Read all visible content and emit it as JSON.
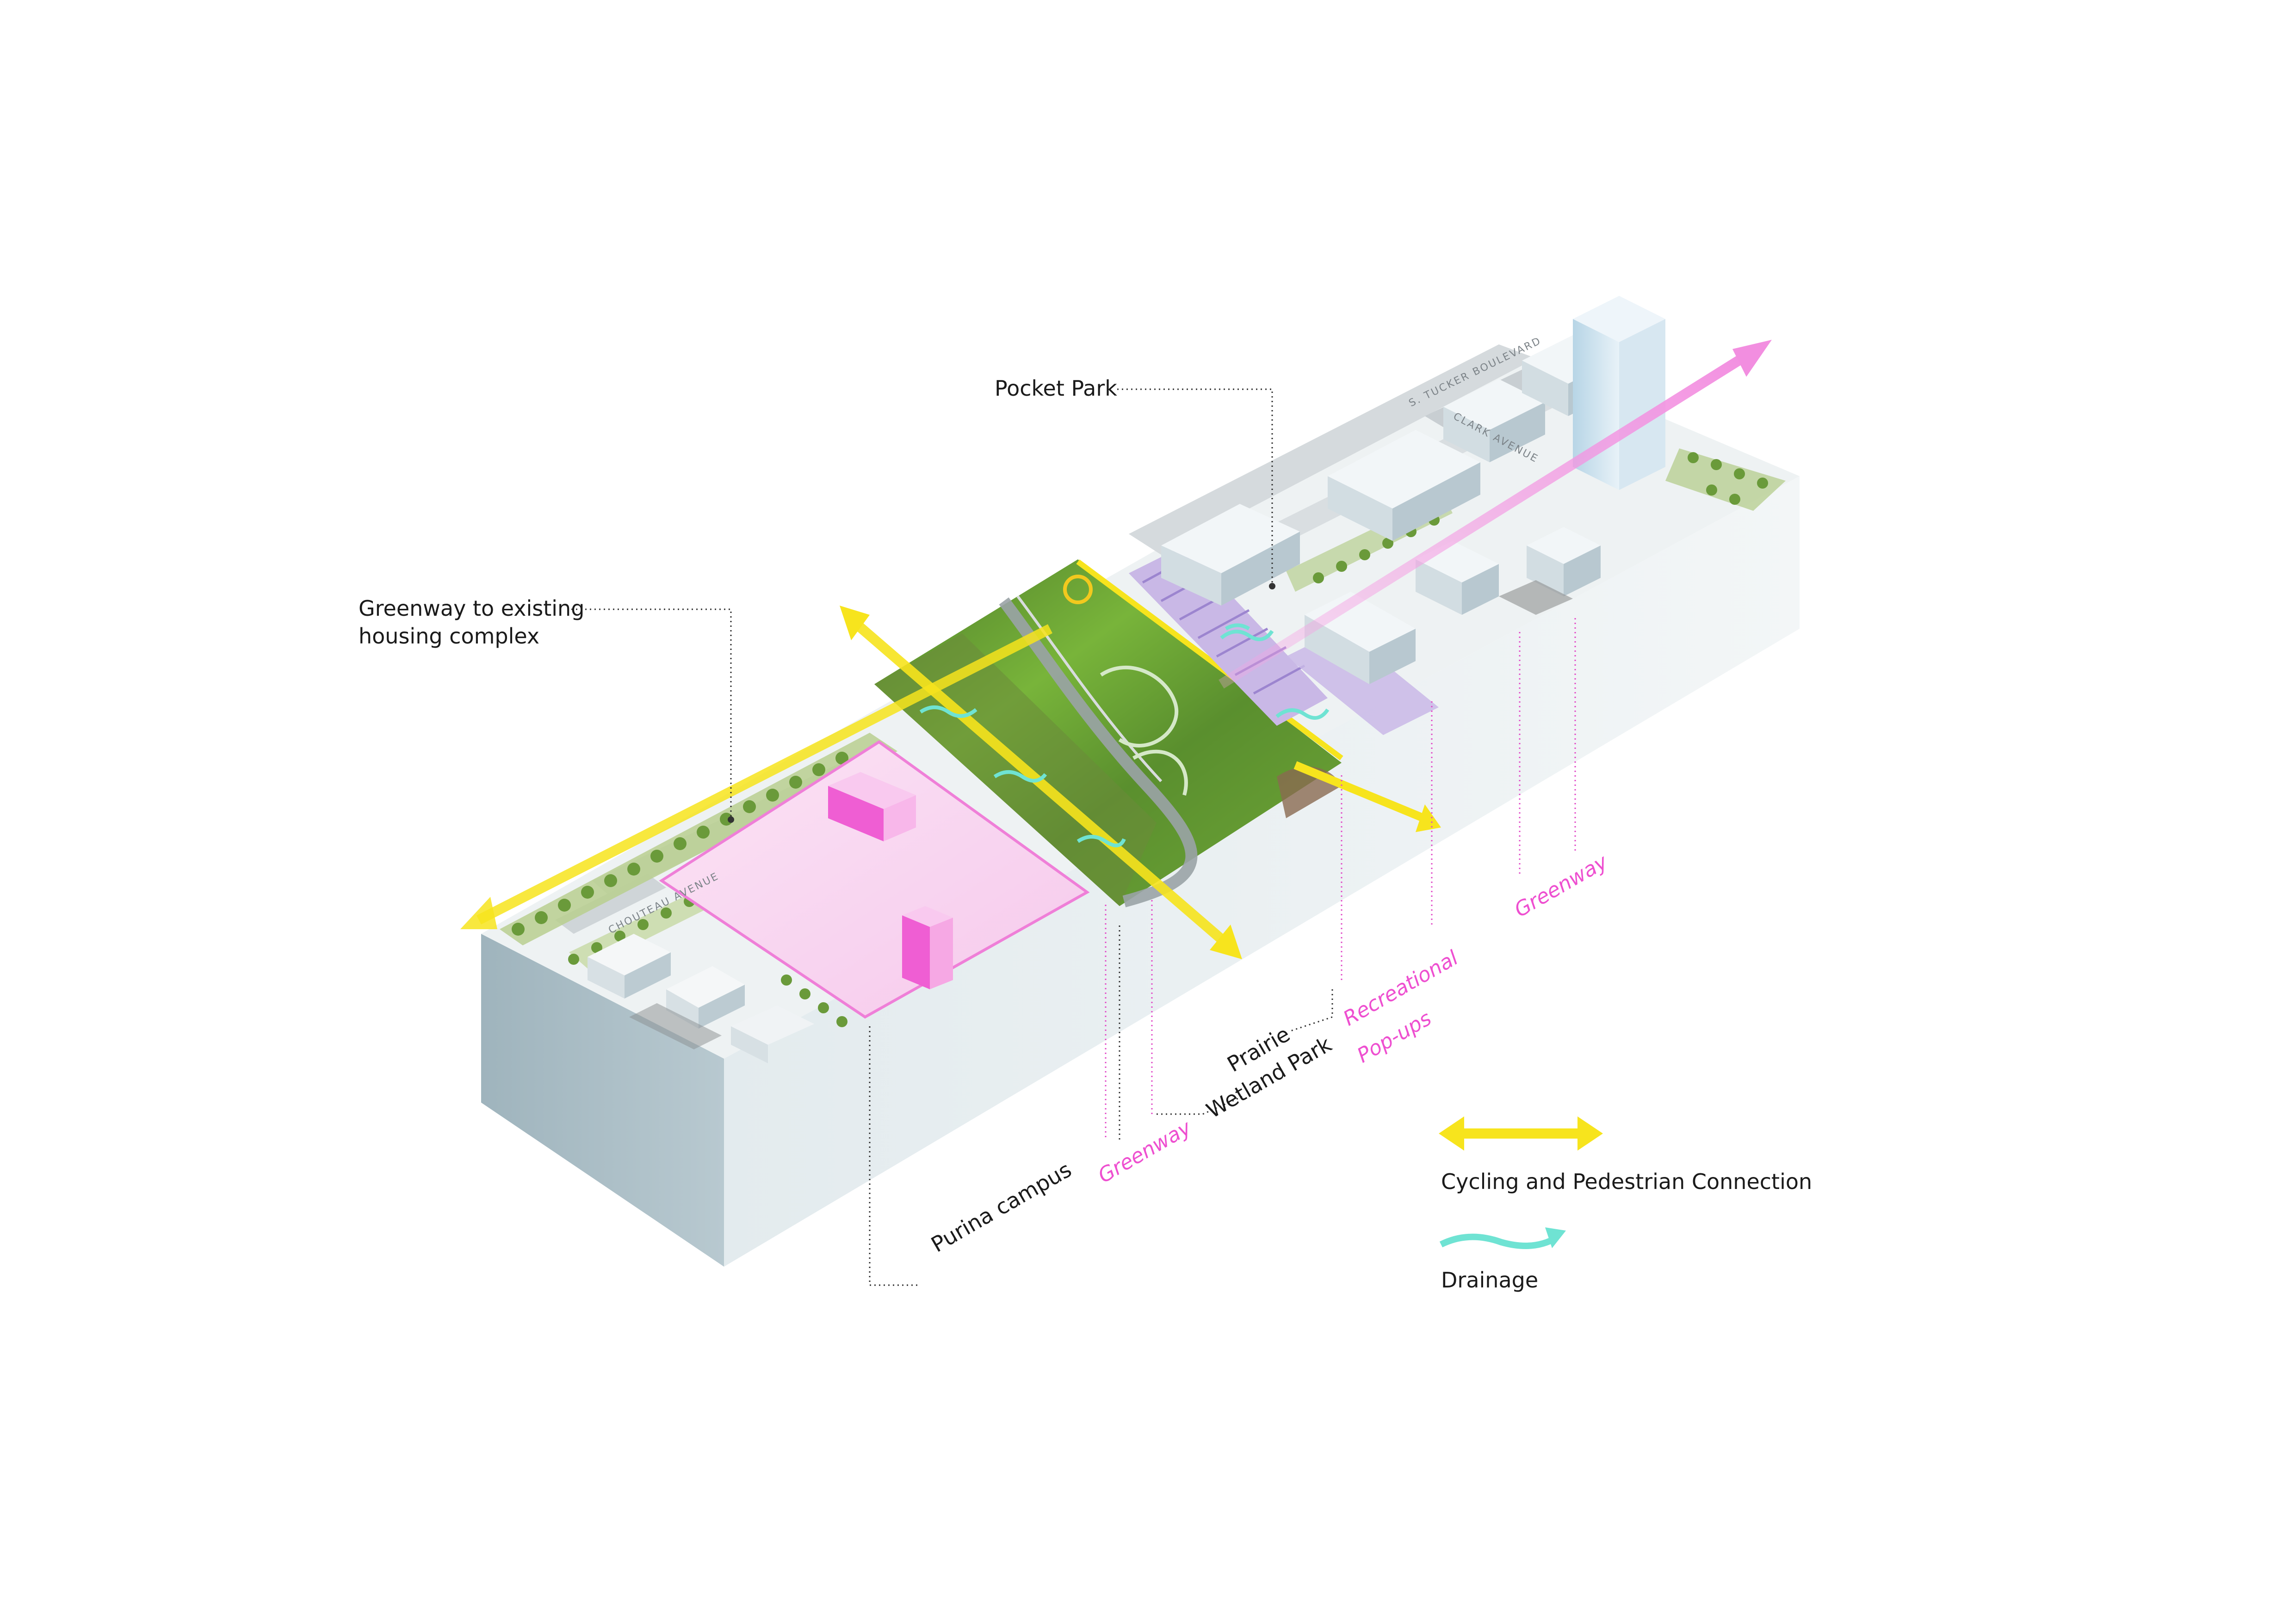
{
  "labels": {
    "pocket_park": "Pocket Park",
    "greenway_housing_line1": "Greenway to existing",
    "greenway_housing_line2": "housing complex",
    "purina_campus": "Purina campus",
    "greenway_left": "Greenway",
    "prairie_line1": "Prairie",
    "prairie_line2": "Wetland Park",
    "recreational_line1": "Recreational",
    "recreational_line2": "Pop-ups",
    "greenway_right": "Greenway"
  },
  "roads": {
    "tucker": "S. TUCKER BOULEVARD",
    "clark": "CLARK AVENUE",
    "chouteau": "CHOUTEAU AVENUE"
  },
  "legend": {
    "cycling": "Cycling and Pedestrian Connection",
    "drainage": "Drainage"
  },
  "colors": {
    "cycling": "#f7e41d",
    "drainage": "#6fe3d3",
    "pink": "#ee4fd0",
    "block_side": "#a9bcc4",
    "block_front": "#e6eef1",
    "park_green": "#5f9e2b"
  }
}
